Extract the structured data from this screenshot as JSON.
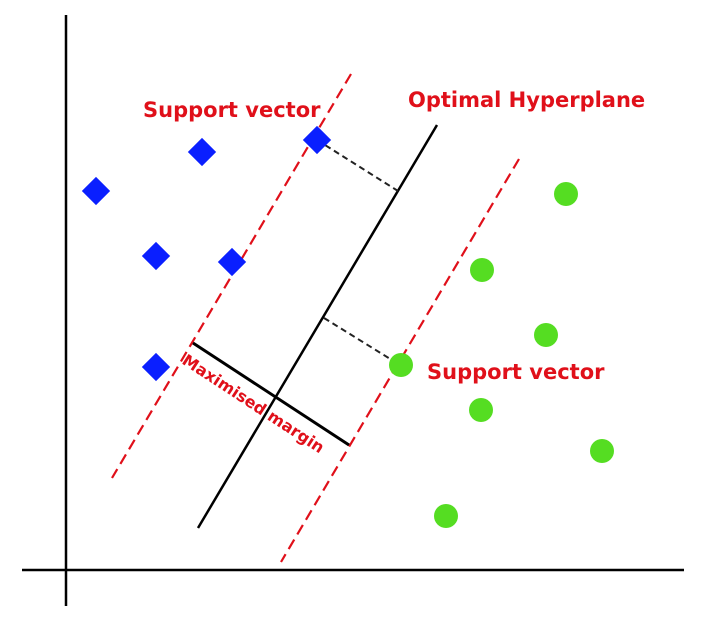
{
  "labels": {
    "support_vector_top": "Support vector",
    "optimal_hyperplane": "Optimal Hyperplane",
    "support_vector_bottom": "Support vector",
    "maximised_margin": "Maximised margin"
  },
  "colors": {
    "class_a": "#0a1fff",
    "class_b": "#55dd22",
    "margin_line": "#e0101a",
    "label_text": "#e0101a",
    "axes": "#000000",
    "hyperplane": "#000000"
  },
  "markers": {
    "class_a_shape": "diamond",
    "class_b_shape": "circle"
  }
}
